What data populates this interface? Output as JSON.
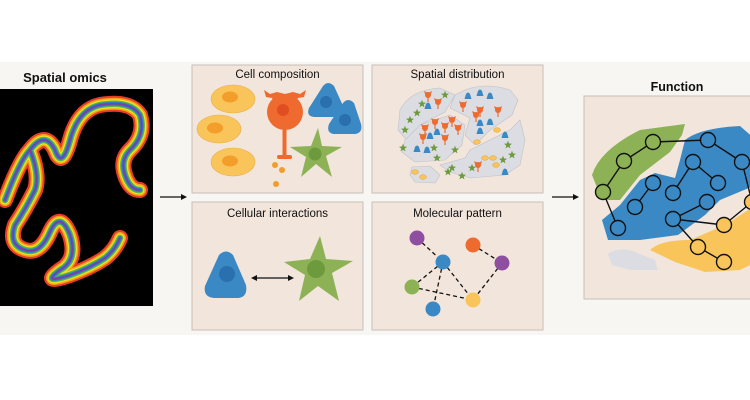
{
  "spatial_omics": {
    "title": "Spatial omics"
  },
  "panels": [
    {
      "title": "Cell composition"
    },
    {
      "title": "Spatial distribution"
    },
    {
      "title": "Cellular interactions"
    },
    {
      "title": "Molecular pattern"
    }
  ],
  "function": {
    "title": "Function"
  },
  "colors": {
    "background_band": "#f8f6f2",
    "panel_fill": "#f1e5dc",
    "yellow_cell": "#f9c55b",
    "orange_neuron": "#ef6a2e",
    "blue_cell": "#3a89c5",
    "green_cell": "#8db256",
    "purple_node": "#8e4fa0",
    "gray_tissue": "#dcdde2"
  }
}
